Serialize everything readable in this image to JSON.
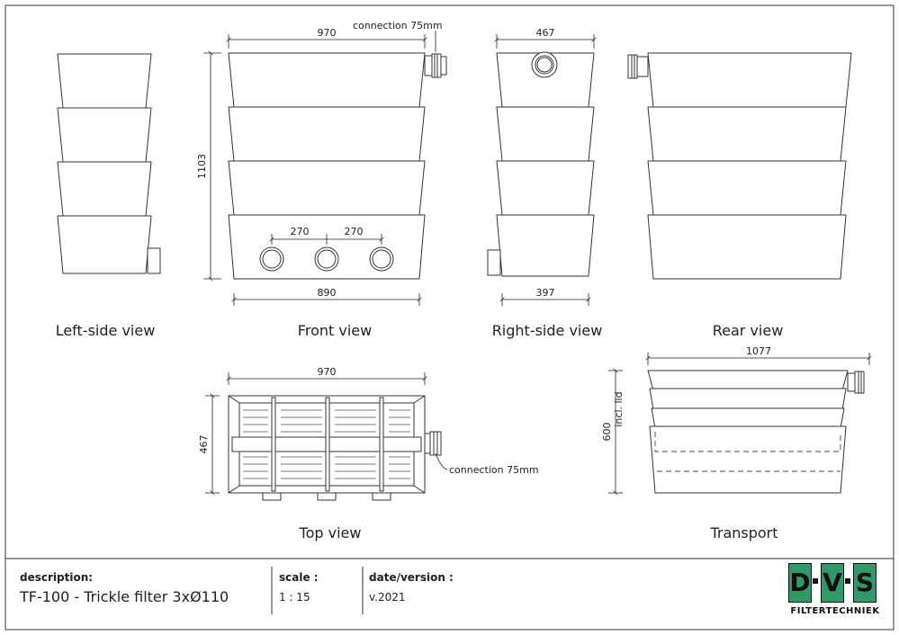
{
  "views": {
    "left_side": "Left-side view",
    "front": "Front view",
    "right_side": "Right-side view",
    "rear": "Rear view",
    "top": "Top view",
    "transport": "Transport"
  },
  "dimensions": {
    "front_width": "970",
    "front_base_width": "890",
    "front_height": "1103",
    "hole_spacing_1": "270",
    "hole_spacing_2": "270",
    "side_width": "467",
    "side_base_width": "397",
    "top_width": "970",
    "top_depth": "467",
    "transport_width": "1077",
    "transport_height": "600",
    "transport_height_note": "incl. lid",
    "connection_front": "connection 75mm",
    "connection_top": "connection 75mm"
  },
  "title_block": {
    "description_label": "description:",
    "description_value": "TF-100 - Trickle filter 3xØ110",
    "scale_label": "scale :",
    "scale_value": "1 : 15",
    "date_label": "date/version :",
    "date_value": "v.2021"
  },
  "logo": {
    "letters": [
      "D",
      "V",
      "S"
    ],
    "subtitle": "FILTERTECHNIEK",
    "color": "#2f9a68"
  }
}
